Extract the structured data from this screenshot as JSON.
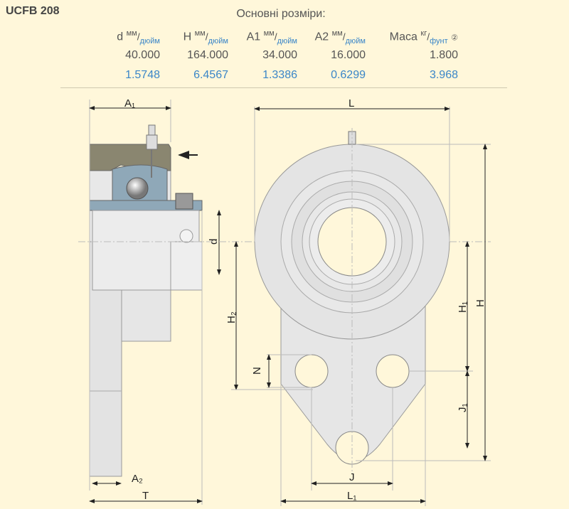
{
  "model": "UCFB 208",
  "subtitle": "Основні розміри:",
  "columns": [
    {
      "label": "d",
      "unit_top": "мм",
      "unit_bottom": "дюйм",
      "mm": "40.000",
      "inch": "1.5748"
    },
    {
      "label": "H",
      "unit_top": "мм",
      "unit_bottom": "дюйм",
      "mm": "164.000",
      "inch": "6.4567"
    },
    {
      "label": "A1",
      "unit_top": "мм",
      "unit_bottom": "дюйм",
      "mm": "34.000",
      "inch": "1.3386"
    },
    {
      "label": "A2",
      "unit_top": "мм",
      "unit_bottom": "дюйм",
      "mm": "16.000",
      "inch": "0.6299"
    },
    {
      "label": "Маса",
      "unit_top": "кг",
      "unit_bottom": "фунт",
      "note": "②",
      "mm": "1.800",
      "inch": "3.968"
    }
  ],
  "drawing_labels": {
    "A1": "A₁",
    "A2": "A₂",
    "T": "T",
    "d": "d",
    "L": "L",
    "H": "H",
    "H1": "H₁",
    "H2": "H₂",
    "N": "N",
    "J": "J",
    "J1": "J₁",
    "L1": "L₁"
  },
  "colors": {
    "background": "#fff7da",
    "inch_value": "#3a86c8",
    "housing": "#e8e8e8",
    "cap": "#8a8670",
    "bearing": "#8fa8b8"
  }
}
